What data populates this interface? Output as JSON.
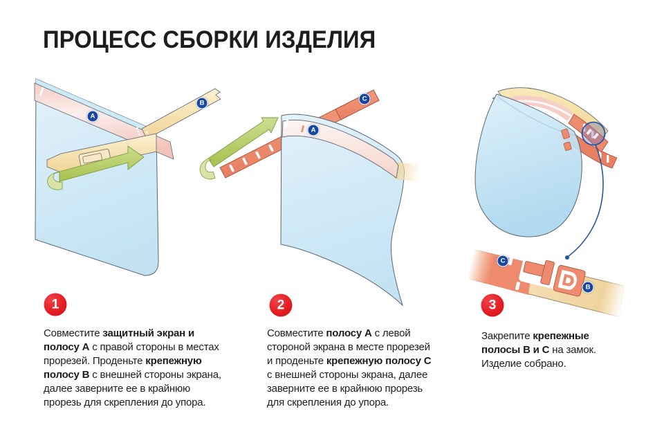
{
  "title": "ПРОЦЕСС СБОРКИ ИЗДЕЛИЯ",
  "colors": {
    "step_number_red": "#e31e24",
    "strap_badge_blue": "#17479e",
    "shield_blue": "#c9e6f5",
    "strap_a_pink": "#f4cdc5",
    "strap_b_cream": "#f3d79c",
    "strap_c_salmon": "#ee8a6e",
    "arrow_green": "#aec65c",
    "magnifier_blue": "#2156a5",
    "text": "#1d1d1b"
  },
  "steps": [
    {
      "number": "1",
      "badges": [
        "A",
        "B"
      ],
      "lines": [
        [
          {
            "t": "Совместите "
          },
          {
            "t": "защитный экран и",
            "b": true
          }
        ],
        [
          {
            "t": "полосу А",
            "b": true
          },
          {
            "t": " с правой стороны в местах"
          }
        ],
        [
          {
            "t": "прорезей. Проденьте "
          },
          {
            "t": "крепежную",
            "b": true
          }
        ],
        [
          {
            "t": "полосу В",
            "b": true
          },
          {
            "t": " с внешней стороны экрана,"
          }
        ],
        [
          {
            "t": "далее заверните ее в крайнюю"
          }
        ],
        [
          {
            "t": "прорезь для скрепления до упора."
          }
        ]
      ]
    },
    {
      "number": "2",
      "badges": [
        "C",
        "A"
      ],
      "lines": [
        [
          {
            "t": "Совместите "
          },
          {
            "t": "полосу А",
            "b": true
          },
          {
            "t": " с левой"
          }
        ],
        [
          {
            "t": "стороной экрана в месте прорезей"
          }
        ],
        [
          {
            "t": "и проденьте "
          },
          {
            "t": "крепежную полосу С",
            "b": true
          }
        ],
        [
          {
            "t": "с внешней стороны экрана, далее"
          }
        ],
        [
          {
            "t": "заверните ее в крайнюю прорезь"
          }
        ],
        [
          {
            "t": "для скрепления до упора."
          }
        ]
      ]
    },
    {
      "number": "3",
      "badges": [
        "C",
        "B"
      ],
      "lines": [
        [
          {
            "t": "Закрепите "
          },
          {
            "t": "крепежные",
            "b": true
          }
        ],
        [
          {
            "t": "полосы В и С",
            "b": true
          },
          {
            "t": " на замок."
          }
        ],
        [
          {
            "t": "Изделие собрано."
          }
        ]
      ]
    }
  ]
}
